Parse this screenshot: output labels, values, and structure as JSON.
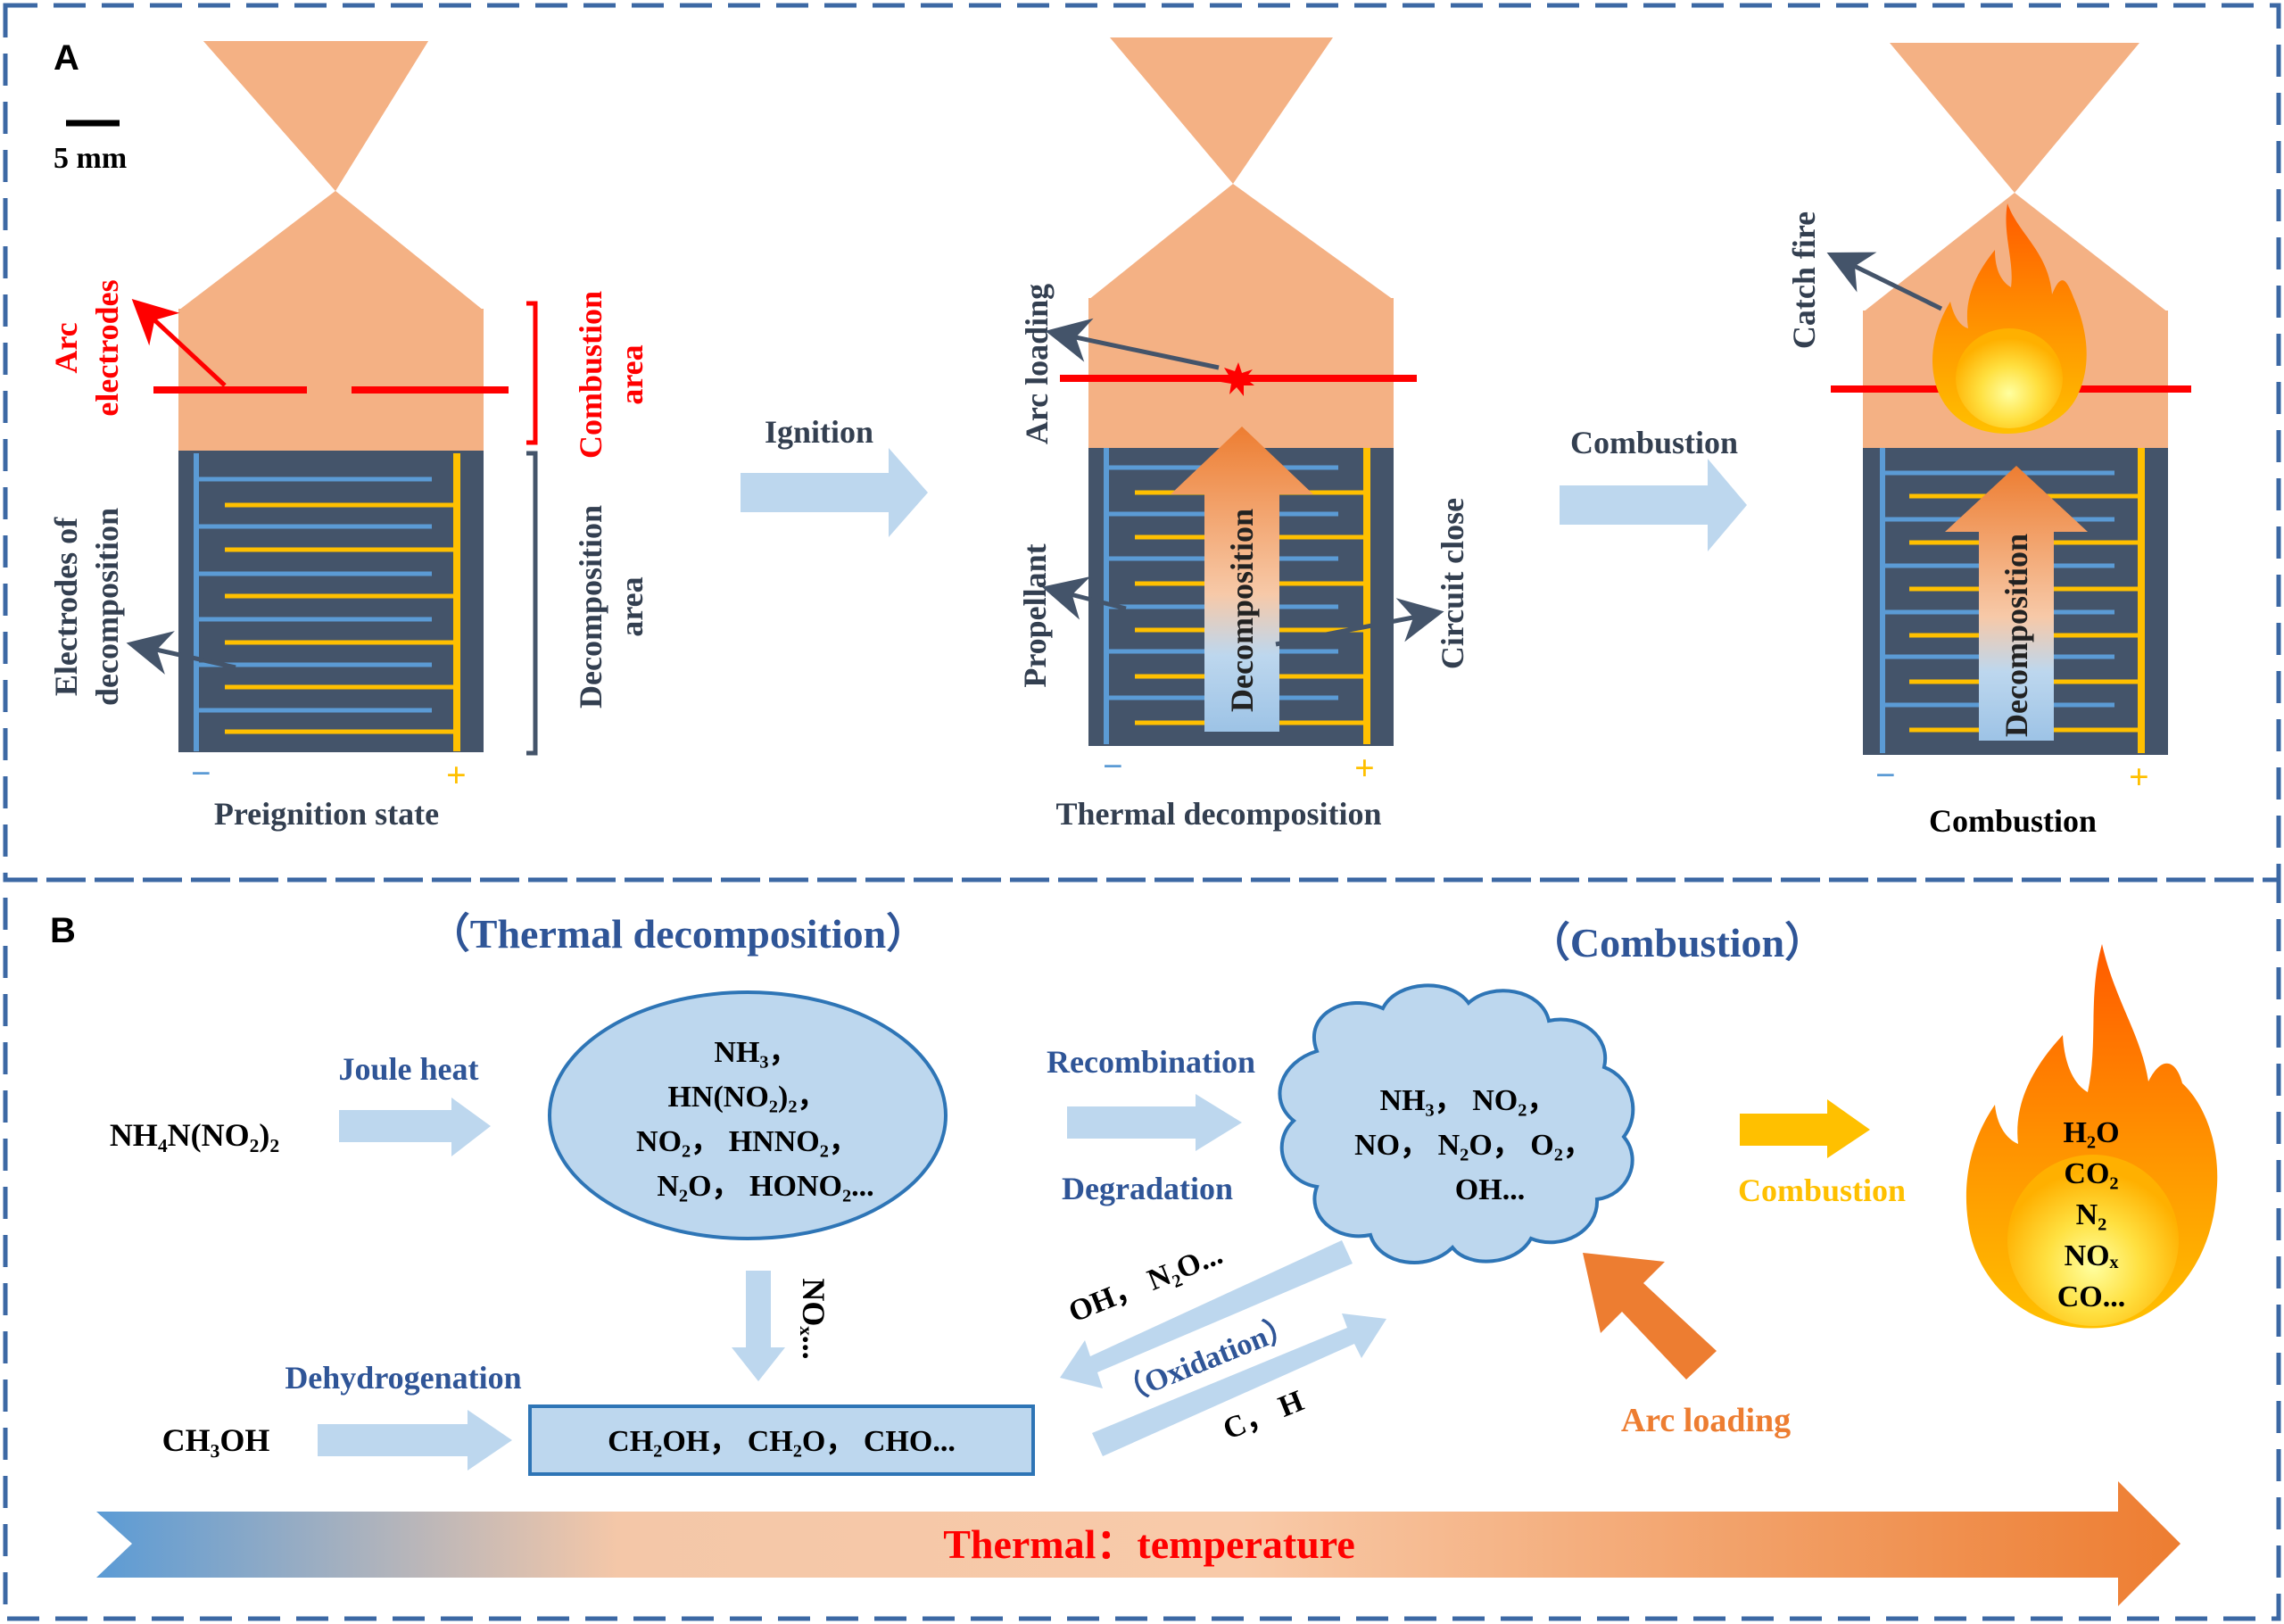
{
  "colors": {
    "frame": "#3c68a4",
    "cone": "#f4b184",
    "chamber": "#44546a",
    "electrode_neg": "#5b9bd5",
    "electrode_pos": "#ffc000",
    "arc_red": "#ff0000",
    "navy": "#2f5597",
    "dark": "#333f50",
    "light_arrow": "#bdd7ee",
    "cloud_fill": "#bdd7ee",
    "cloud_stroke": "#2e75b6",
    "orange": "#ed7d31",
    "yellow_arrow": "#ffc000"
  },
  "panelA": {
    "label": "A",
    "scale_bar": "5 mm",
    "stage1": {
      "arc_electrodes": [
        "Arc",
        "electrodes"
      ],
      "combustion_area": [
        "Combustion",
        "area"
      ],
      "decomposition_area": [
        "Decomposition",
        "area"
      ],
      "electrodes_of_decomposition": [
        "Electrodes of",
        "decomposition"
      ],
      "minus": "−",
      "plus": "+",
      "caption": "Preignition state"
    },
    "arrow1_label": "Ignition",
    "stage2": {
      "arc_loading": "Arc loading",
      "propellant": "Propellant",
      "circuit_close": "Circuit close",
      "decomposition": "Decomposition",
      "minus": "−",
      "plus": "+",
      "caption": "Thermal decomposition"
    },
    "arrow2_label": "Combustion",
    "stage3": {
      "catch_fire": "Catch fire",
      "decomposition": "Decomposition",
      "minus": "−",
      "plus": "+",
      "caption": "Combustion"
    }
  },
  "panelB": {
    "label": "B",
    "thermal_decomposition_heading": "（Thermal  decomposition）",
    "combustion_heading": "（Combustion）",
    "reactant_adn": "NH₄N(NO₂)₂",
    "joule_heat": "Joule heat",
    "ellipse_lines": [
      "NH₃，",
      "HN(NO₂)₂，",
      "NO₂， HNNO₂，",
      "N₂O，  HONO₂..."
    ],
    "recombination": "Recombination",
    "degradation": "Degradation",
    "cloud_lines": [
      "NH₃， NO₂，",
      "NO， N₂O， O₂，",
      "OH..."
    ],
    "combustion_label": "Combustion",
    "flame_products": [
      "H₂O",
      "CO₂",
      "N₂",
      "NOₓ",
      "CO..."
    ],
    "nox_label": "NOₓ...",
    "reactant_methanol": "CH₃OH",
    "dehydrogenation": "Dehydrogenation",
    "box_text": "CH₂OH， CH₂O， CHO...",
    "oh_n2o": "OH， N₂O...",
    "oxidation": "（Oxidation）",
    "c_h": "C， H",
    "arc_loading": "Arc loading",
    "thermal_bar": "Thermal：temperature"
  }
}
